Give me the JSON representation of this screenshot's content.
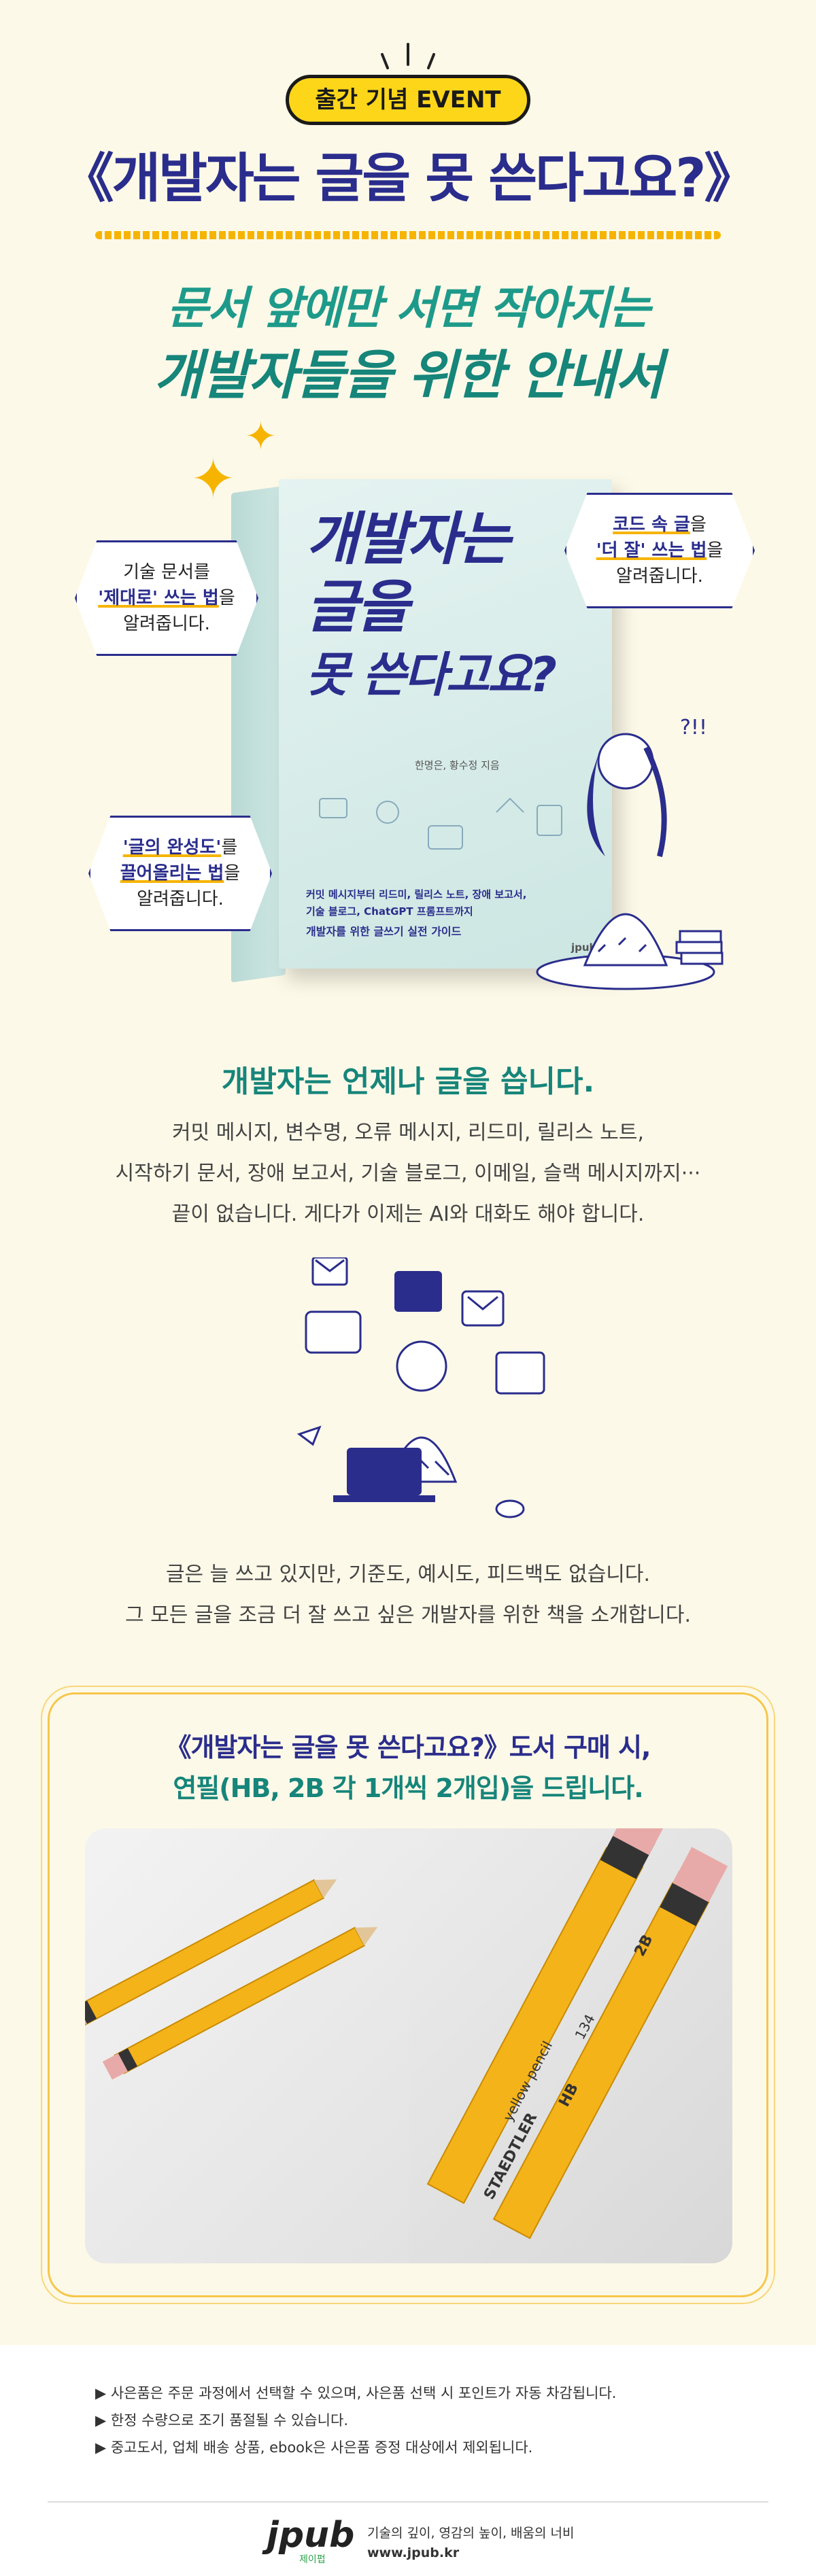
{
  "header": {
    "event_label": "출간 기념 EVENT",
    "title": "《개발자는 글을 못 쓴다고요?》",
    "subtitle_line1": "문서 앞에만 서면 작아지는",
    "subtitle_line2": "개발자들을 위한 안내서"
  },
  "book": {
    "title_line1": "개발자는",
    "title_line2": "글을",
    "title_line3": "못 쓴다고요?",
    "authors": "한명은, 황수정 지음",
    "tagline_line1": "커밋 메시지부터 리드미, 릴리스 노트, 장애 보고서,",
    "tagline_line2": "기술 블로그, ChatGPT 프롬프트까지",
    "tagline_line3": "개발자를 위한 글쓰기 실전 가이드",
    "publisher": "jpub"
  },
  "bubbles": {
    "left_top": {
      "line1": "기술 문서를",
      "line2_em": "'제대로' 쓰는 법",
      "line2_rest": "을",
      "line3": "알려줍니다."
    },
    "left_bottom": {
      "line1_em": "'글의 완성도'",
      "line1_rest": "를",
      "line2_em": "끌어올리는 법",
      "line2_rest": "을",
      "line3": "알려줍니다."
    },
    "right_top": {
      "line1_em": "코드 속 글",
      "line1_rest": "을",
      "line2_em": "'더 잘' 쓰는 법",
      "line2_rest": "을",
      "line3": "알려줍니다."
    }
  },
  "intro": {
    "heading": "개발자는 언제나 글을 씁니다.",
    "line1": "커밋 메시지, 변수명, 오류 메시지, 리드미, 릴리스 노트,",
    "line2": "시작하기 문서, 장애 보고서, 기술 블로그, 이메일, 슬랙 메시지까지···",
    "line3": "끝이 없습니다. 게다가 이제는 AI와 대화도 해야 합니다.",
    "line4": "글은 늘 쓰고 있지만, 기준도, 예시도, 피드백도 없습니다.",
    "line5": "그 모든 글을 조금 더 잘 쓰고 싶은 개발자를 위한 책을 소개합니다."
  },
  "gift": {
    "line1": "《개발자는 글을 못 쓴다고요?》도서 구매 시,",
    "line2": "연필(HB, 2B 각 1개씩 2개입)을 드립니다.",
    "pencil_brand": "STAEDTLER",
    "pencil_label": "yellow pencil",
    "pencil_model": "134",
    "grade_hb": "HB",
    "grade_2b": "2B"
  },
  "notices": [
    "▶  사은품은 주문 과정에서 선택할 수 있으며, 사은품 선택 시 포인트가 자동 차감됩니다.",
    "▶  한정 수량으로 조기 품절될 수 있습니다.",
    "▶  중고도서, 업체 배송 상품, ebook은 사은품 증정 대상에서 제외됩니다."
  ],
  "footer": {
    "logo": "jpub",
    "logo_sub": "제이펍",
    "tagline": "기술의 깊이, 영감의 높이, 배움의 너비",
    "url": "www.jpub.kr"
  },
  "colors": {
    "navy": "#2a2d8c",
    "teal": "#16857a",
    "yellow": "#fdd61a",
    "background": "#fdf9e8"
  }
}
